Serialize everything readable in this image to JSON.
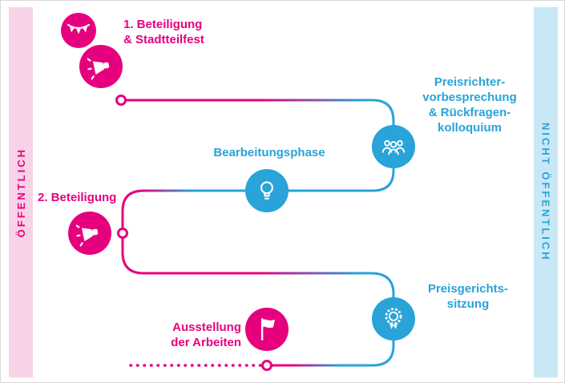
{
  "colors": {
    "pink": "#e6007e",
    "blue": "#29a3d8",
    "pink_band": "#f8d2e6",
    "blue_band": "#c9e8f6"
  },
  "left_band": {
    "label": "ÖFFENTLICH"
  },
  "right_band": {
    "label": "NICHT ÖFFENTLICH"
  },
  "nodes": {
    "beteiligung1": {
      "label": "1. Beteiligung\n& Stadtteilfest",
      "icons": [
        "bunting-icon",
        "megaphone-icon"
      ]
    },
    "preisrichter": {
      "label": "Preisrichter-\nvorbesprechung\n& Rückfragen-\nkolloquium",
      "icon": "people-icon"
    },
    "bearbeitungsphase": {
      "label": "Bearbeitungsphase",
      "icon": "lightbulb-icon"
    },
    "beteiligung2": {
      "label": "2. Beteiligung",
      "icon": "megaphone-icon"
    },
    "preisgericht": {
      "label": "Preisgerichts-\nsitzung",
      "icon": "medal-icon"
    },
    "ausstellung": {
      "label": "Ausstellung\nder Arbeiten",
      "icon": "flag-icon"
    }
  }
}
